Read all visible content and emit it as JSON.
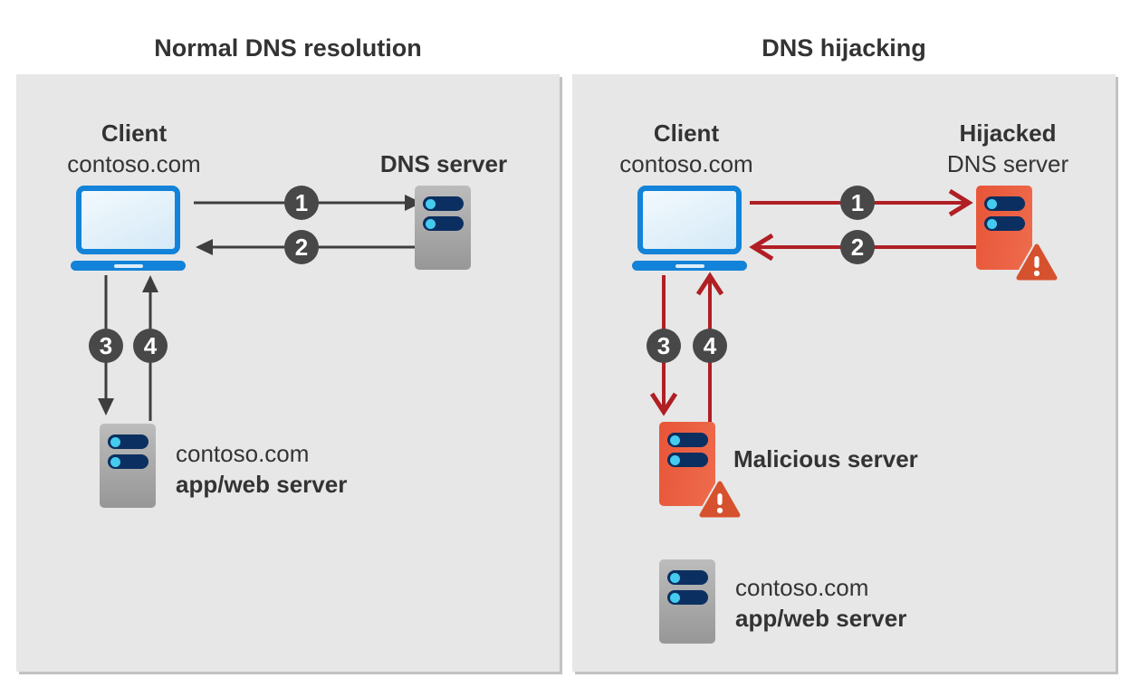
{
  "left": {
    "title": "Normal DNS resolution",
    "client_label": "Client",
    "client_domain": "contoso.com",
    "dns_server_label": "DNS server",
    "app_server_line1": "contoso.com",
    "app_server_line2": "app/web server"
  },
  "right": {
    "title": "DNS hijacking",
    "client_label": "Client",
    "client_domain": "contoso.com",
    "dns_server_label_bold": "Hijacked",
    "dns_server_label_regular": "DNS server",
    "malicious_server_label": "Malicious server",
    "app_server_line1": "contoso.com",
    "app_server_line2": "app/web server"
  },
  "steps": [
    "1",
    "2",
    "3",
    "4"
  ],
  "icons": {
    "laptop": "client laptop",
    "server_gray": "generic server",
    "server_orange": "compromised server",
    "warning": "warning exclamation triangle"
  },
  "colors": {
    "panel_bg": "#e7e7e7",
    "title_text": "#333333",
    "arrow_gray": "#3e3e3e",
    "arrow_red": "#b01f24",
    "badge_bg": "#484848",
    "laptop_blue": "#1283d8",
    "server_gray": "#a8a8a8",
    "server_orange": "#e85538",
    "pill_navy": "#0b2f60",
    "pill_dot_cyan": "#45cbef",
    "warning_orange": "#d6512d"
  }
}
